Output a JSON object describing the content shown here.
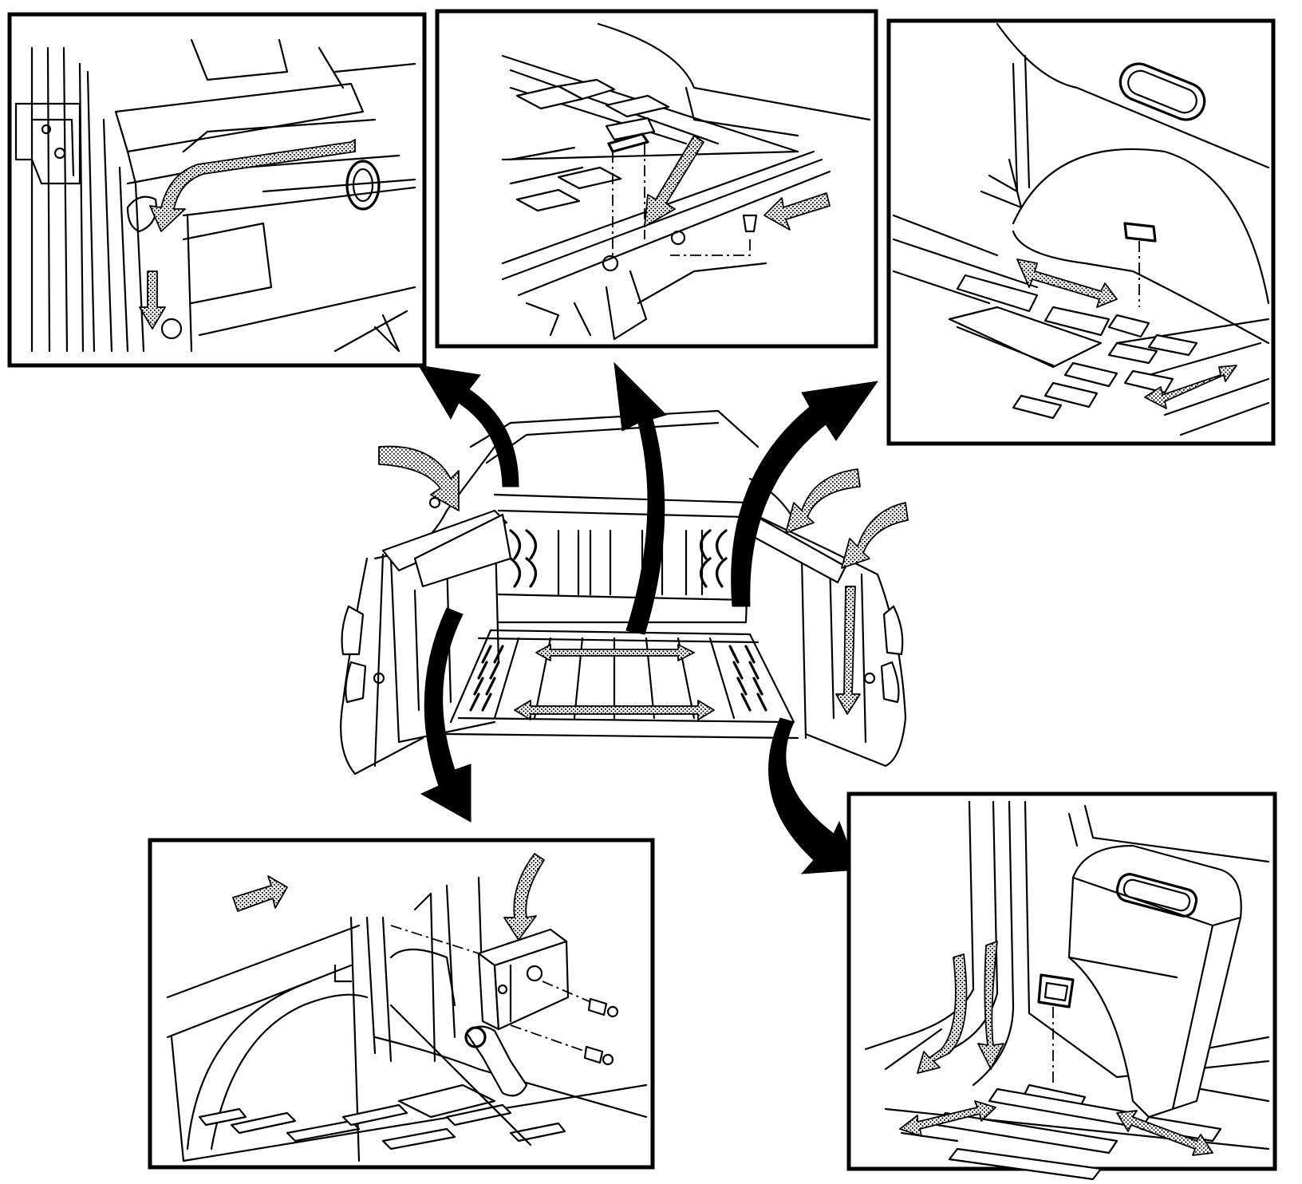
{
  "figure": {
    "type": "technical-illustration",
    "subject": "pickup-truck-bed-exploded-detail-views",
    "labels": [],
    "colors": {
      "ink": "#000000",
      "paper": "#ffffff",
      "stipple": "#8a8a8a"
    }
  },
  "detail_views": [
    {
      "id": "top-left",
      "content": "front-header-panel-corner"
    },
    {
      "id": "top-center",
      "content": "front-rail-cargo-tie-down"
    },
    {
      "id": "top-right",
      "content": "wheelhouse-floor-tie-down"
    },
    {
      "id": "bottom-left",
      "content": "rear-corner-bracket-fasteners"
    },
    {
      "id": "bottom-right",
      "content": "wheelhouse-box-floor-tie-down"
    }
  ],
  "icons": {
    "callout_arrow": "solid-curved-arrow-icon",
    "direction_arrow": "stippled-arrow-icon",
    "motion_arrow": "double-headed-arrow-icon"
  }
}
